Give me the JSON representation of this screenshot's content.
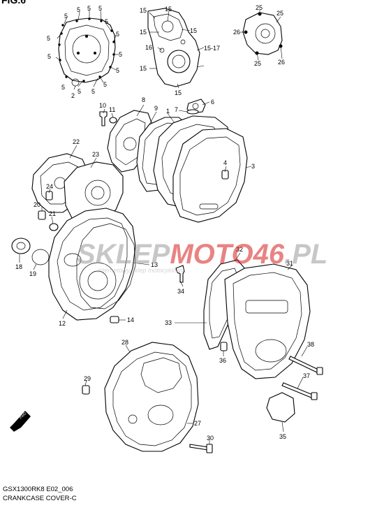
{
  "figure_label": "FIG.6",
  "caption": {
    "code": "GSX1300RK8 E02_006",
    "title": "CRANKCASE COVER-C"
  },
  "watermark": {
    "brand_gray": "SKLEP",
    "brand_red": "MOTO46",
    "brand_suffix": ".PL",
    "tagline": "internetowy sklep motocyklowy",
    "color_red": "#d81e1e",
    "color_gray": "#9a9a9a"
  },
  "fwd_arrow": "FWD",
  "callouts": [
    "5",
    "5",
    "5",
    "5",
    "5",
    "5",
    "5",
    "5",
    "5",
    "5",
    "5",
    "5",
    "5",
    "5",
    "2",
    "25",
    "25",
    "26",
    "25",
    "26",
    "15",
    "15",
    "15",
    "15",
    "15",
    "16",
    "15-17",
    "15",
    "10",
    "11",
    "8",
    "9",
    "7",
    "6",
    "1",
    "4",
    "3",
    "22",
    "23",
    "24",
    "20",
    "21",
    "18",
    "19",
    "12",
    "13",
    "14",
    "32",
    "31",
    "34",
    "33",
    "36",
    "38",
    "37",
    "35",
    "28",
    "29",
    "27",
    "30"
  ]
}
